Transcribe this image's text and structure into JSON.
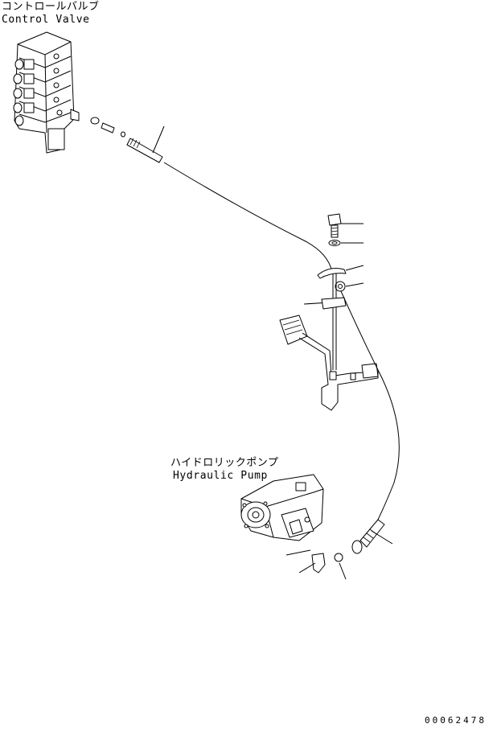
{
  "labels": {
    "control_valve_jp": "コントロールバルブ",
    "control_valve_en": "Control Valve",
    "hydraulic_pump_jp": "ハイドロリックポンプ",
    "hydraulic_pump_en": "Hydraulic Pump",
    "drawing_number": "00062478"
  },
  "colors": {
    "ink": "#000000",
    "paper": "#ffffff"
  }
}
